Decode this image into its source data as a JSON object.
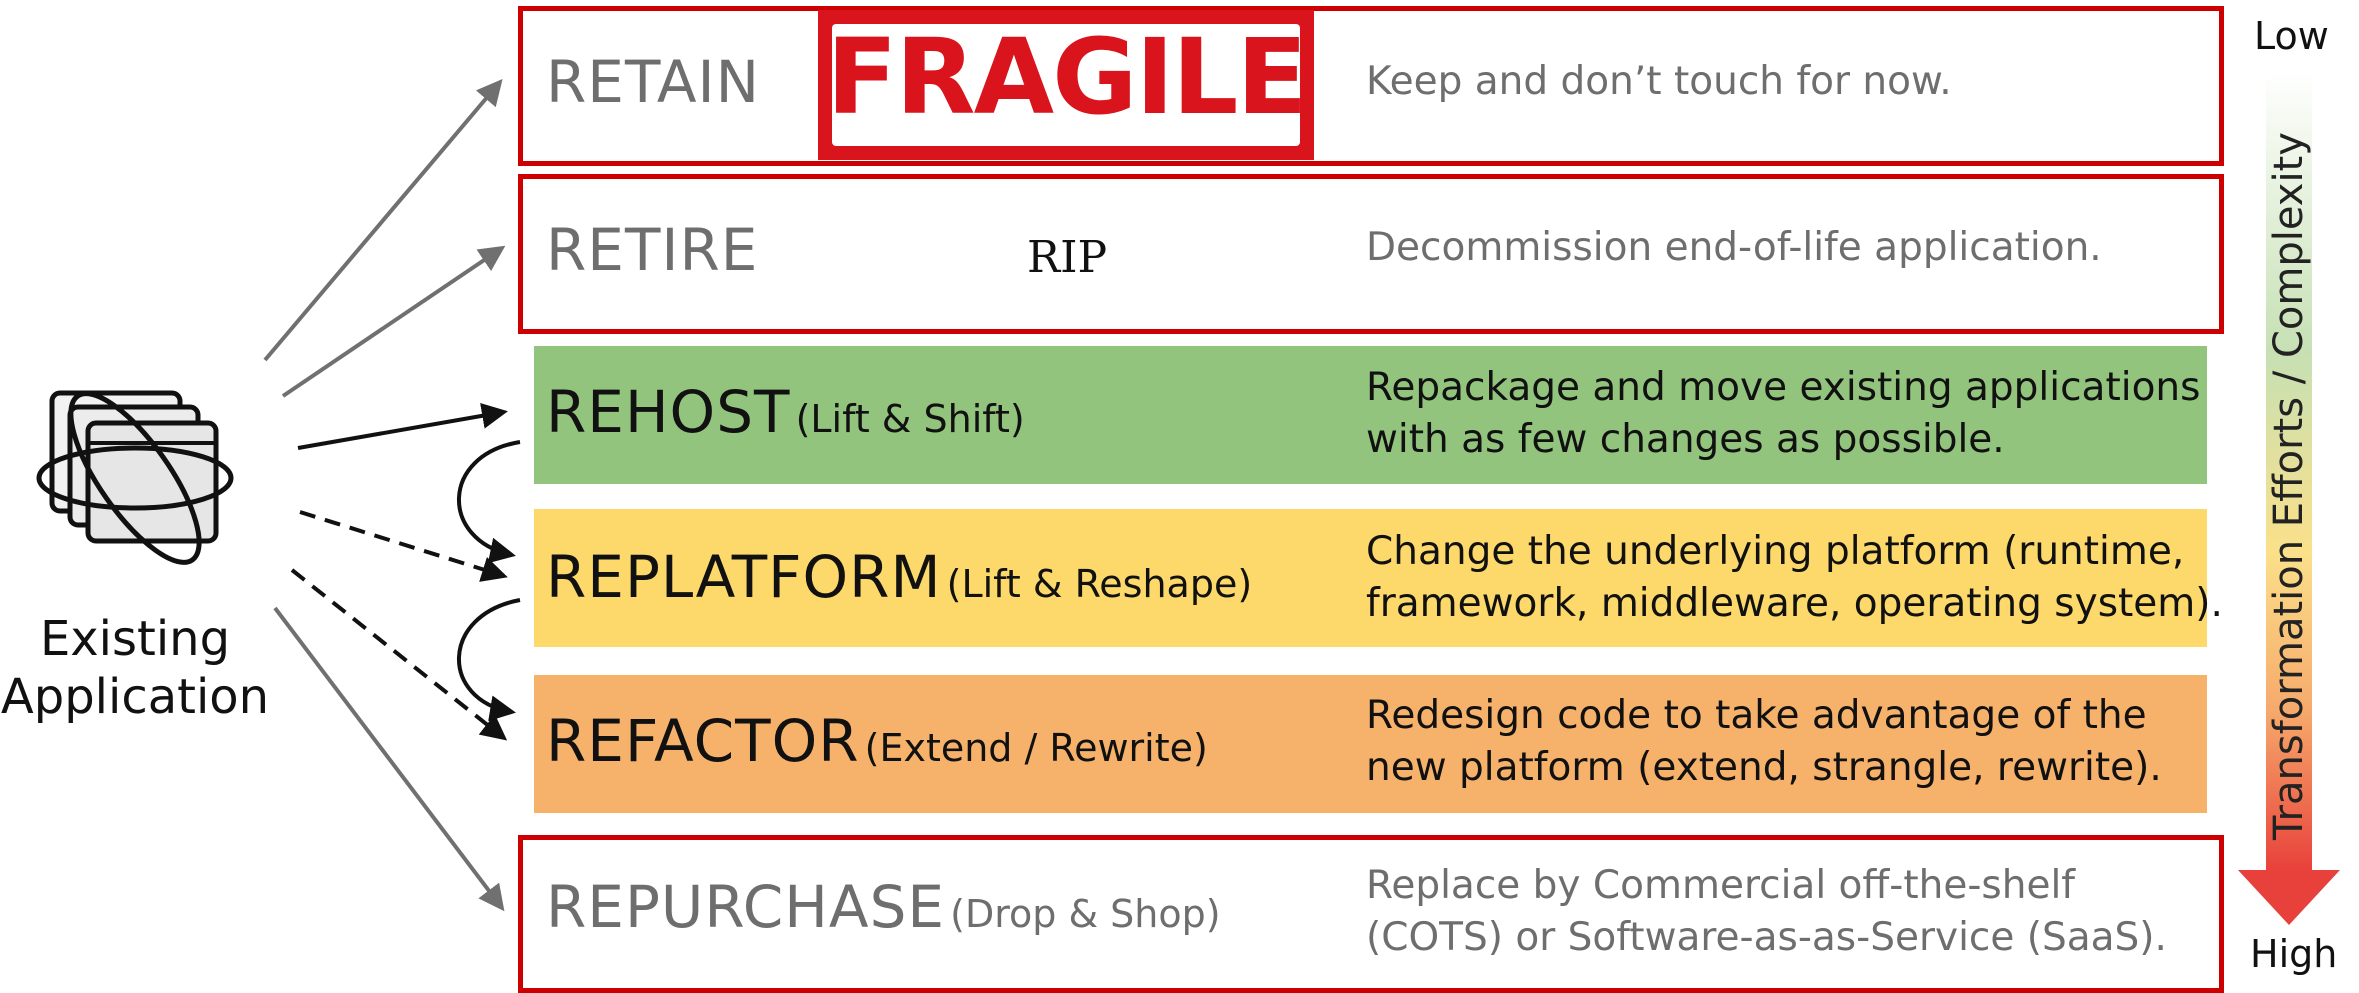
{
  "source": {
    "label_line1": "Existing",
    "label_line2": "Application",
    "icon": "windows-stack-with-orbit-icon"
  },
  "strategies": [
    {
      "name": "RETAIN",
      "subtitle": "",
      "desc_line1": "Keep and don’t touch for now.",
      "desc_line2": "",
      "style": "red-outline",
      "badge": "FRAGILE"
    },
    {
      "name": "RETIRE",
      "subtitle": "",
      "desc_line1": "Decommission end-of-life application.",
      "desc_line2": "",
      "style": "red-outline",
      "badge": "RIP"
    },
    {
      "name": "REHOST",
      "subtitle": "(Lift & Shift)",
      "desc_line1": "Repackage and move existing applications",
      "desc_line2": "with as few changes as possible.",
      "style": "green"
    },
    {
      "name": "REPLATFORM",
      "subtitle": "(Lift & Reshape)",
      "desc_line1": "Change the underlying platform (runtime,",
      "desc_line2": "framework, middleware, operating system).",
      "style": "yellow"
    },
    {
      "name": "REFACTOR",
      "subtitle": "(Extend / Rewrite)",
      "desc_line1": "Redesign code to take advantage of the",
      "desc_line2": "new platform (extend, strangle, rewrite).",
      "style": "orange"
    },
    {
      "name": "REPURCHASE",
      "subtitle": "(Drop & Shop)",
      "desc_line1": "Replace by Commercial off-the-shelf",
      "desc_line2": "(COTS) or Software-as-as-Service (SaaS).",
      "style": "red-outline"
    }
  ],
  "scale": {
    "top_label": "Low",
    "bottom_label": "High",
    "axis_label": "Transformation  Efforts / Complexity"
  },
  "colors": {
    "red": "#cc0000",
    "green": "#93c47d",
    "yellow": "#fcd96a",
    "orange": "#f6b26b",
    "gray_text": "#6e6e6e"
  }
}
